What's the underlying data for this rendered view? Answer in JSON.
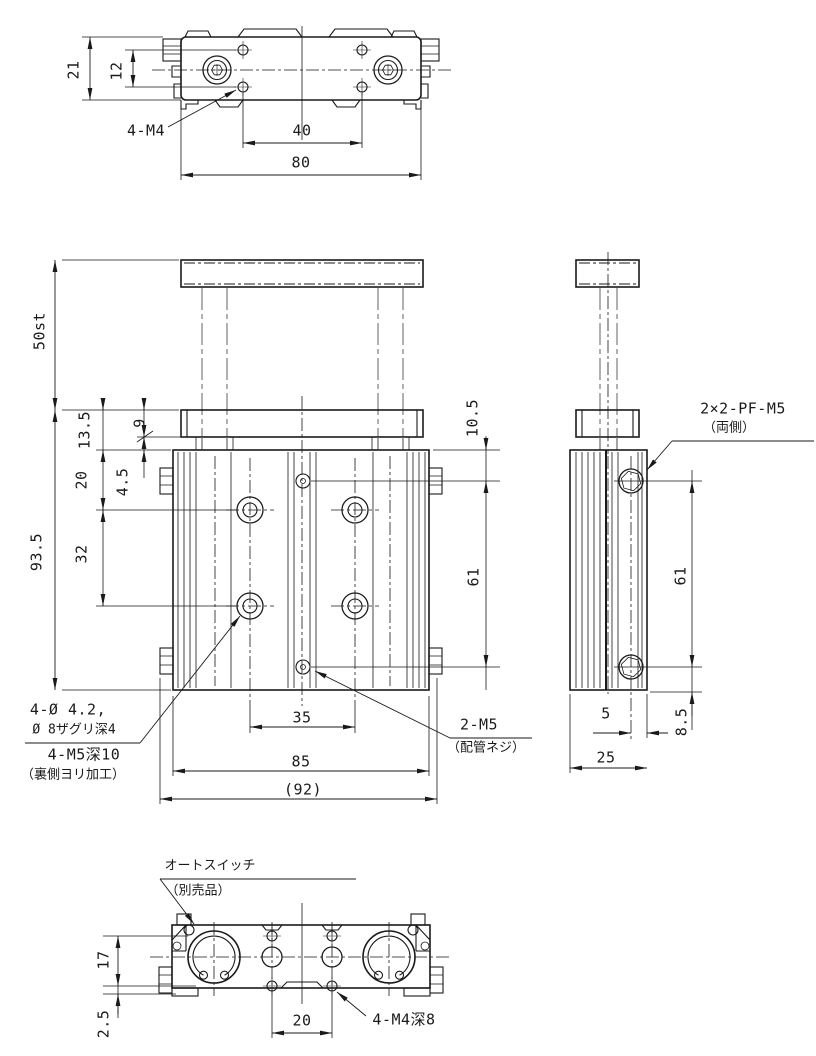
{
  "drawing": {
    "top_view": {
      "dim_overall_height": "21",
      "dim_hole_rows": "12",
      "note_holes": "4-M4",
      "dim_hole_span": "40",
      "dim_width": "80"
    },
    "front_view": {
      "dim_stroke": "50st",
      "dim_total_height": "93.5",
      "dim_plate_top": "13.5",
      "dim_plate_thickness": "9",
      "dim_first_hole": "20",
      "dim_plate_gap": "4.5",
      "dim_hole_pitch": "32",
      "dim_port_top": "10.5",
      "dim_port_pitch": "61",
      "dim_hole_span": "35",
      "dim_body_width": "85",
      "dim_overall_width": "(92)",
      "note_counterbore_1": "4-Ø 4.2,",
      "note_counterbore_2": "Ø 8ザグリ深4",
      "note_counterbore_3": "4-M5深10",
      "note_counterbore_4": "（裏側ヨリ加工）",
      "note_port_1": "2-M5",
      "note_port_2": "（配管ネジ）"
    },
    "side_view": {
      "note_port_1": "2×2-PF-M5",
      "note_port_2": "（両側）",
      "dim_port_pitch": "61",
      "dim_port_offset": "5",
      "dim_port_bottom": "8.5",
      "dim_depth": "25"
    },
    "bottom_view": {
      "note_switch_1": "オートスイッチ",
      "note_switch_2": "（別売品）",
      "dim_hole_rows": "17",
      "dim_rail_depth": "2.5",
      "dim_hole_span": "20",
      "note_thread": "4-M4深8"
    }
  }
}
